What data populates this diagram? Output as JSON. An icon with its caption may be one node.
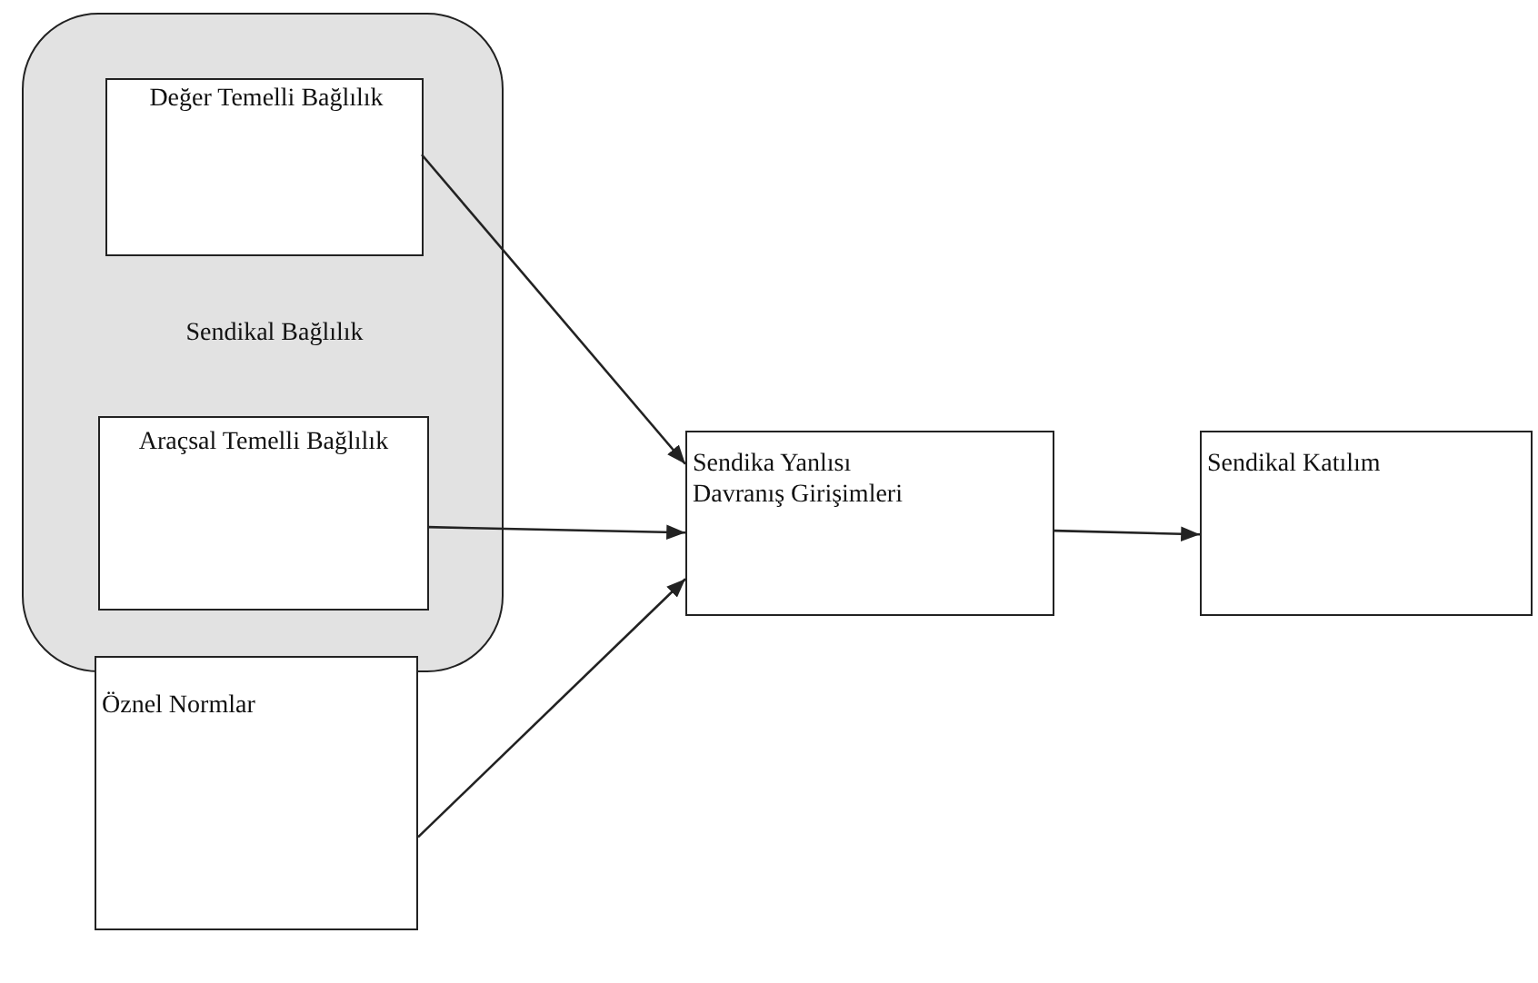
{
  "diagram": {
    "nodes": [
      {
        "text": [
          "Sendikal Bağlılık"
        ]
      },
      {
        "text": [
          "Değer Temelli Bağlılık"
        ],
        "in": 0
      },
      {
        "text": [
          "Araçsal Temelli Bağlılık"
        ],
        "in": 0
      },
      {
        "text": [
          "Sendika Yanlısı Davranış Girişimleri"
        ]
      },
      {
        "text": [
          "Sendikal Katılım"
        ]
      },
      {
        "text": [
          "Öznel Normlar"
        ]
      }
    ],
    "edges": [
      {
        "from": 1,
        "to": 3,
        "arrow": "to"
      },
      {
        "from": 2,
        "to": 3,
        "arrow": "to"
      },
      {
        "from": 5,
        "to": 3,
        "arrow": "to"
      },
      {
        "from": 3,
        "to": 4,
        "arrow": "to"
      }
    ]
  }
}
